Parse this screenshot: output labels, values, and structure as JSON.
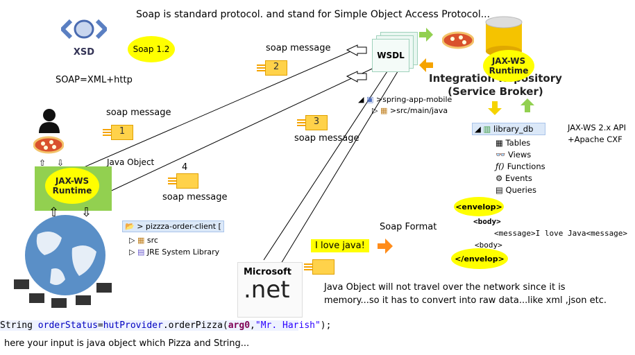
{
  "top_text": "Soap is standard protocol. and stand for Simple Object Access Protocol...",
  "xsd_label": "XSD",
  "soap_version": "Soap 1.2",
  "soap_equation": "SOAP=XML+http",
  "wsdl_label": "WSDL",
  "soap_message_labels": [
    "soap message",
    "soap message",
    "soap message",
    "soap message"
  ],
  "message_numbers": [
    "1",
    "2",
    "3",
    "4"
  ],
  "java_object_label": "Java Object",
  "jaxws_runtime": "JAX-WS\nRuntime",
  "jaxws_runtime_server": "JAX-WS\nRuntime",
  "integration_repo": "Integration Repository\n(Service Broker)",
  "jaxws_api": "JAX-WS 2.x API\n+Apache CXF",
  "db_tree": {
    "root": "library_db",
    "items": [
      "Tables",
      "Views",
      "Functions",
      "Events",
      "Queries"
    ]
  },
  "project_tree_top": {
    "root": "spring-app-mobile",
    "child": "src/main/java"
  },
  "project_tree_client": {
    "root": "> pizzza-order-client [",
    "items": [
      "src",
      "JRE System Library"
    ]
  },
  "soap_format_label": "Soap Format",
  "envelope": {
    "open": "<envelop>",
    "body_open": "<body>",
    "message": "<message>I love Java<message>",
    "body_close": "<body>",
    "close": "</envelop>"
  },
  "love_java": "I love java!",
  "dotnet_logo": "Microsoft .net",
  "explanation": "Java Object will not travel over the network since it is memory...so it has to convert into raw data...like xml ,json etc.",
  "code_line": {
    "type": "String ",
    "var": "orderStatus",
    "eq": "=",
    "obj": "hutProvider",
    "dot": ".orderPizza(",
    "arg": "arg0",
    "rest": ",",
    "str": "\"Mr. Harish\"",
    "end": ");"
  },
  "bottom_note": "here your input is java object which Pizza and String...",
  "colors": {
    "yellow": "#ffff00",
    "green": "#92d050",
    "orange": "#ff8c1a",
    "code_blue": "#2a00ff",
    "code_purple": "#7f0055"
  }
}
